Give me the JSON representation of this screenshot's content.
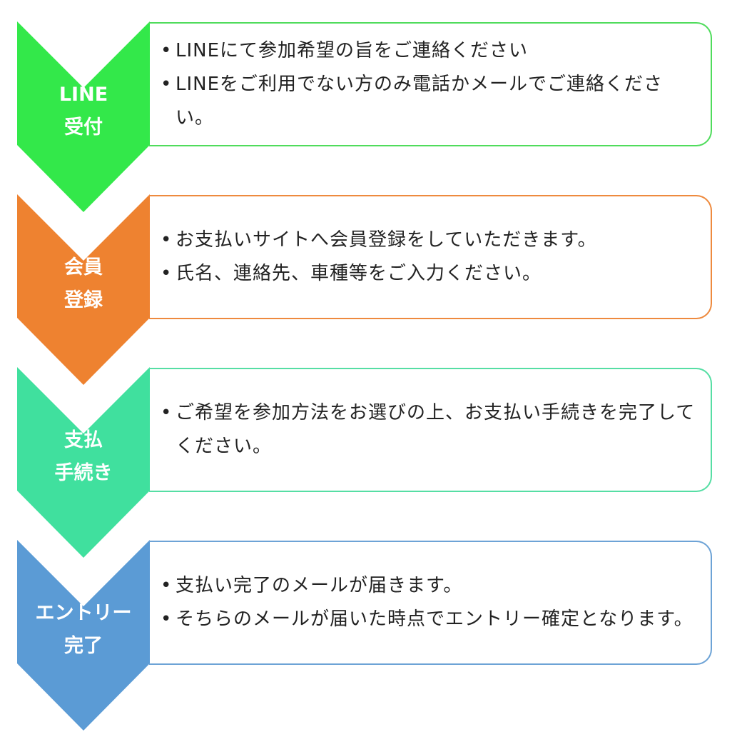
{
  "steps": [
    {
      "label_lines": [
        "LINE",
        "受付"
      ],
      "color": "#33e84a",
      "border": "#4fdc5c",
      "items": [
        "LINEにて参加希望の旨をご連絡ください",
        "LINEをご利用でない方のみ電話かメールでご連絡ください。"
      ]
    },
    {
      "label_lines": [
        "会員",
        "登録"
      ],
      "color": "#ee8230",
      "border": "#ee8a3e",
      "items": [
        "お支払いサイトへ会員登録をしていただきます。",
        "氏名、連絡先、車種等をご入力ください。"
      ]
    },
    {
      "label_lines": [
        "支払",
        "手続き"
      ],
      "color": "#40e09e",
      "border": "#56dea4",
      "items": [
        "ご希望を参加方法をお選びの上、お支払い手続きを完了してください。"
      ]
    },
    {
      "label_lines": [
        "エントリー",
        "完了"
      ],
      "color": "#5b9bd5",
      "border": "#6da3d6",
      "items": [
        "支払い完了のメールが届きます。",
        "そちらのメールが届いた時点でエントリー確定となります。"
      ]
    }
  ]
}
